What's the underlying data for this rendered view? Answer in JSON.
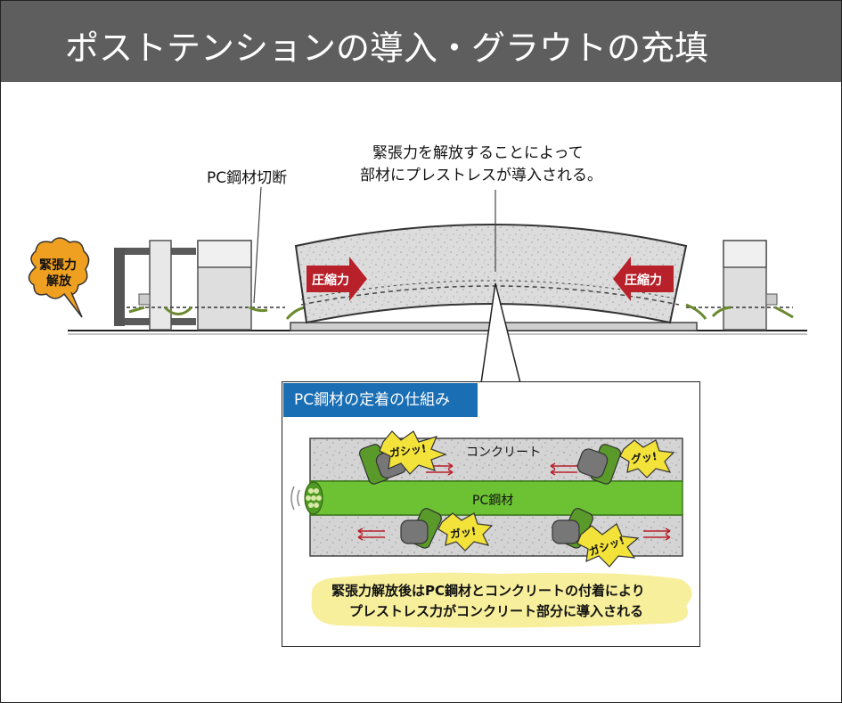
{
  "header": {
    "title": "ポストテンションの導入・グラウトの充填"
  },
  "labels": {
    "cut": "PC鋼材切断",
    "release_line1": "緊張力を解放することによって",
    "release_line2": "部材にプレストレスが導入される。",
    "burst_line1": "緊張力",
    "burst_line2": "解放",
    "compress_left": "圧縮力",
    "compress_right": "圧縮力"
  },
  "detail": {
    "title": "PC鋼材の定着の仕組み",
    "concrete": "コンクリート",
    "strand": "PC鋼材",
    "sfx": [
      "ガシッ!",
      "グッ!",
      "ガッ!",
      "ガシッ!"
    ],
    "note_line1": "緊張力解放後はPC鋼材とコンクリートの付着により",
    "note_line2": "プレストレス力がコンクリート部分に導入される"
  },
  "colors": {
    "header_bg": "#5e5e5e",
    "tab_blue": "#1a6eb3",
    "arrow_red": "#b8202a",
    "strand_green": "#6cc233",
    "burst_orange": "#f0a020",
    "sfx_yellow": "#f2e23a",
    "note_bg": "#f7ef9c"
  },
  "icons": [
    "burst-icon",
    "compression-arrow-icon",
    "gripping-hand-icon",
    "sound-wave-icon"
  ]
}
